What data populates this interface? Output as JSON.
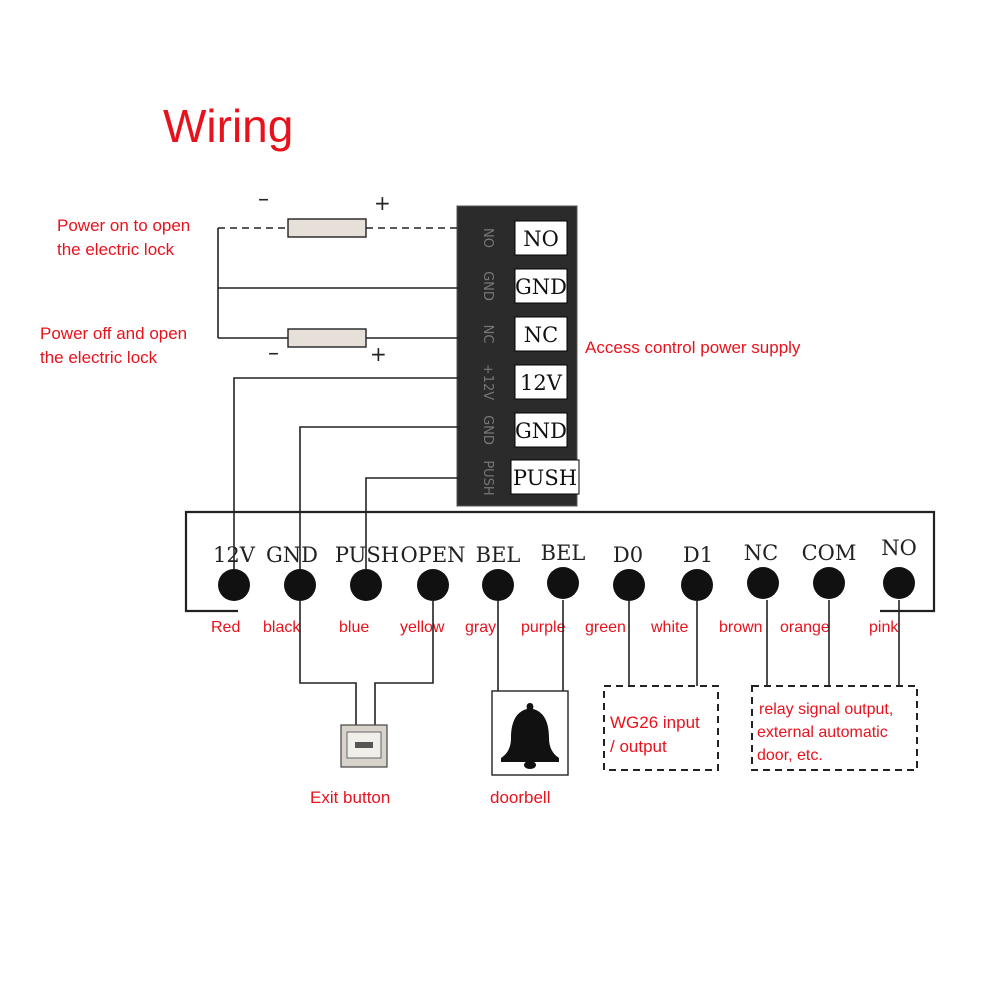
{
  "title": "Wiring",
  "lock_power_on": {
    "line1": "Power on to open",
    "line2": "the electric lock",
    "minus": "–",
    "plus": "+"
  },
  "lock_power_off": {
    "line1": "Power off and open",
    "line2": "the electric lock",
    "minus": "–",
    "plus": "+"
  },
  "power_supply": {
    "label": "Access control power supply",
    "terminals": [
      "NO",
      "GND",
      "NC",
      "12V",
      "GND",
      "PUSH"
    ],
    "side_labels": [
      "NO",
      "GND",
      "NC",
      "+12V",
      "GND",
      "PUSH"
    ]
  },
  "controller": {
    "pins": [
      "12V",
      "GND",
      "PUSH",
      "OPEN",
      "BEL",
      "BEL",
      "D0",
      "D1",
      "NC",
      "COM",
      "NO"
    ],
    "wire_colors": [
      "Red",
      "black",
      "blue",
      "yellow",
      "gray",
      "purple",
      "green",
      "white",
      "brown",
      "orange",
      "pink"
    ]
  },
  "devices": {
    "exit_button": "Exit button",
    "doorbell": "doorbell",
    "wg26": {
      "line1": "WG26 input",
      "line2": "/ output"
    },
    "relay": {
      "line1": "relay signal output,",
      "line2": "external automatic",
      "line3": "door, etc."
    }
  },
  "colors": {
    "annotation": "#e8121d",
    "wire": "#222222",
    "terminal_strip": "#2b2b2b"
  }
}
